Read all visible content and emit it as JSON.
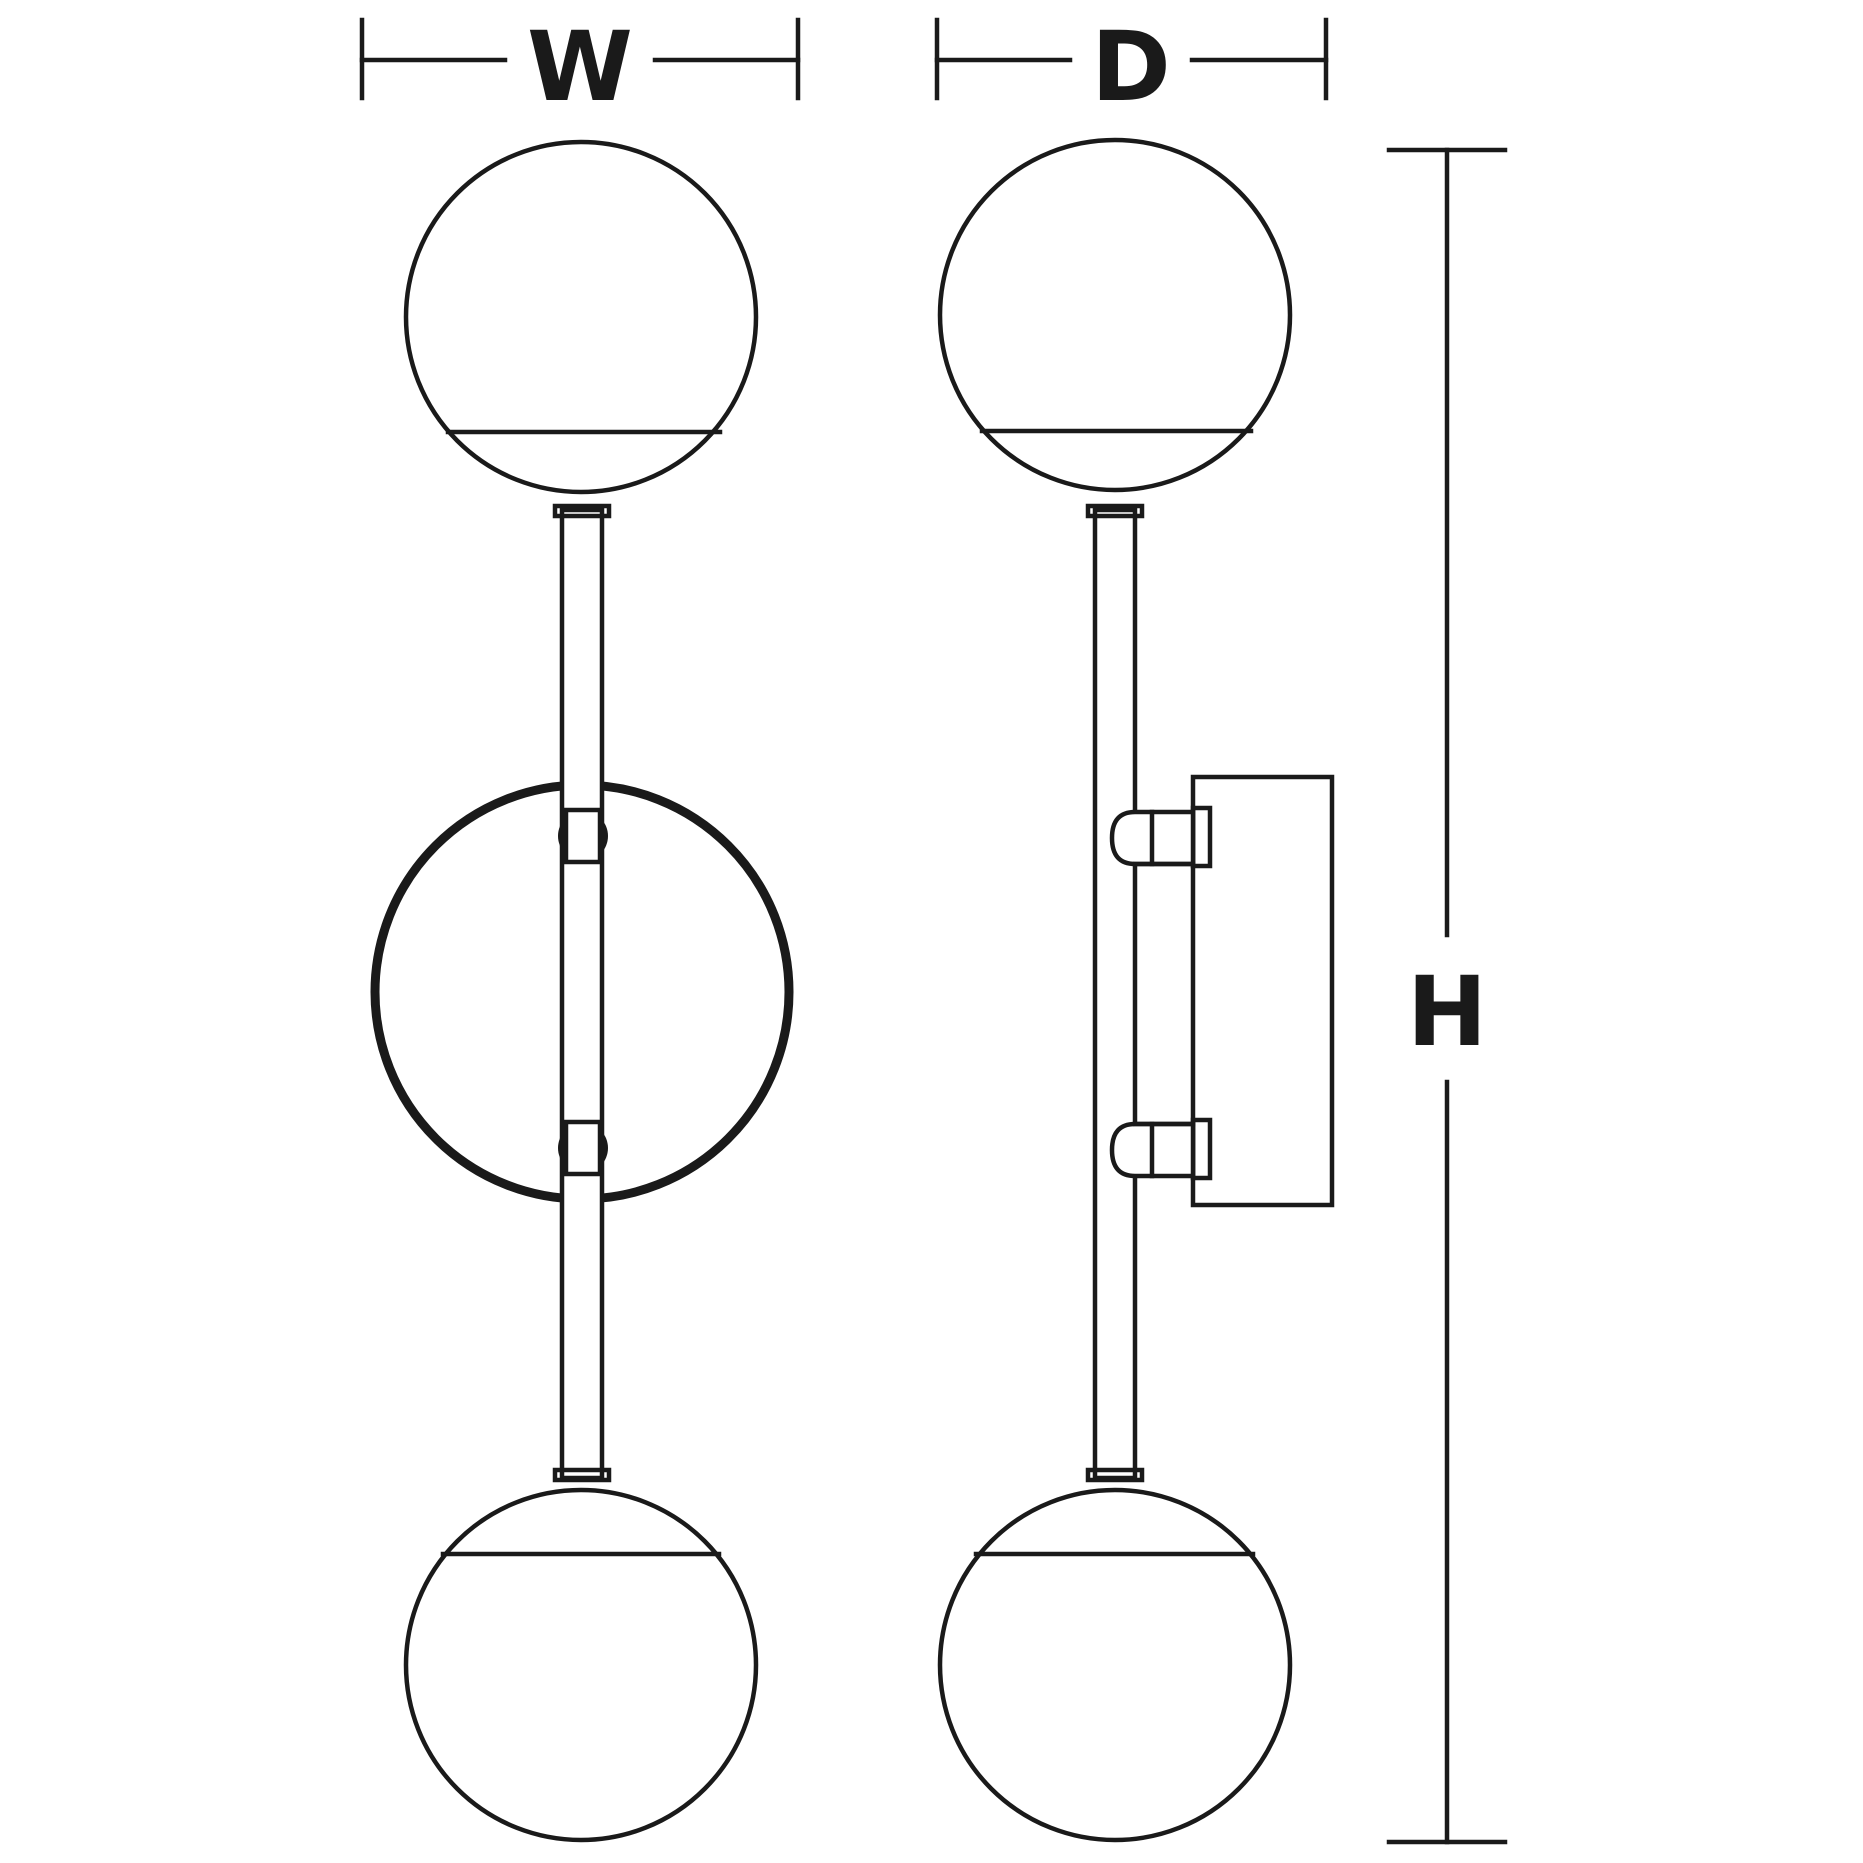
{
  "dimensions": {
    "width_label": "W",
    "depth_label": "D",
    "height_label": "H"
  },
  "colors": {
    "line": "#1a1a1a",
    "background": "#ffffff"
  }
}
